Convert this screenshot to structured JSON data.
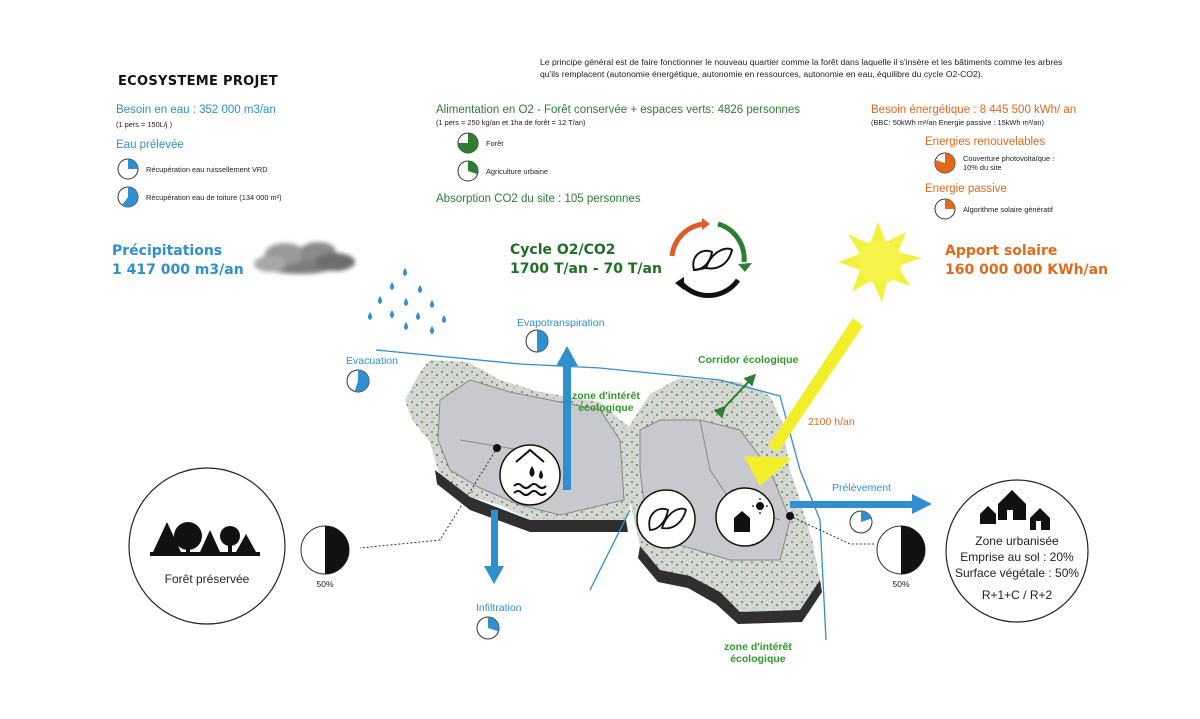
{
  "header": {
    "title": "ECOSYSTEME PROJET",
    "intro_line1": "Le principe général est de faire fonctionner le nouveau quartier comme la forêt dans laquelle il s'insère et les bâtiments comme les arbres",
    "intro_line2": "qu'ils remplacent (autonomie énergétique, autonomie en ressources, autonomie en eau, équilibre du cycle O2-CO2)."
  },
  "water": {
    "need": "Besoin en eau : 352 000 m3/an",
    "note": "(1 pers = 150L/j )",
    "sub_title": "Eau prélevée",
    "items": [
      {
        "label": "Récupération eau ruissellement VRD",
        "fraction": 0.25
      },
      {
        "label": "Récupération eau de toiture (134 000 m²)",
        "fraction": 0.6
      }
    ]
  },
  "oxygen": {
    "title": "Alimentation en O2 - Forêt conservée + espaces verts: 4826 personnes",
    "note": "(1 pers = 250 kg/an et 1ha de forêt = 12 T/an)",
    "items": [
      {
        "label": "Forêt",
        "fraction": 0.75
      },
      {
        "label": "Agriculture urbaine",
        "fraction": 0.3
      }
    ],
    "absorption": "Absorption CO2 du site : 105 personnes"
  },
  "energy": {
    "need": "Besoin énergétique : 8 445 500 kWh/ an",
    "note": "(BBC: 50kWh m²/an  Energie passive : 15kWh m²/an)",
    "renew_title": "Energies renouvelables",
    "renew_item": {
      "label_line1": "Couverture photovoltaïque :",
      "label_line2": "10% du site",
      "fraction": 0.8
    },
    "passive_title": "Energie passive",
    "passive_item": {
      "label": "Algorithme solaire génératif",
      "fraction": 0.25
    }
  },
  "diagram": {
    "precip_line1": "Précipitations",
    "precip_line2": "1 417 000 m3/an",
    "cycle_line1": "Cycle O2/CO2",
    "cycle_line2": "1700 T/an - 70 T/an",
    "solar_line1": "Apport solaire",
    "solar_line2": "160 000 000 KWh/an",
    "evapo": "Evapotranspiration",
    "evacuation": "Evacuation",
    "infiltration": "Infiltration",
    "prelevement": "Prélèvement",
    "corridor": "Corridor écologique",
    "hours": "2100 h/an",
    "zone_line1": "zone d'intérêt",
    "zone_line2": "écologique",
    "pie_evapo": 0.5,
    "pie_evac": 0.55,
    "pie_infil": 0.3,
    "pie_prelev": 0.2
  },
  "forest": {
    "label": "Forêt préservée",
    "pct": "50%",
    "fraction": 0.5
  },
  "urban": {
    "title": "Zone urbanisée",
    "line1": "Emprise au sol : 20%",
    "line2": "Surface végétale : 50%",
    "line3": "R+1+C / R+2",
    "pct": "50%",
    "fraction": 0.5
  },
  "colors": {
    "blue": "#2f8fcf",
    "green": "#2e7d32",
    "orange": "#e06a1a",
    "yellow": "#f2ef2a"
  }
}
